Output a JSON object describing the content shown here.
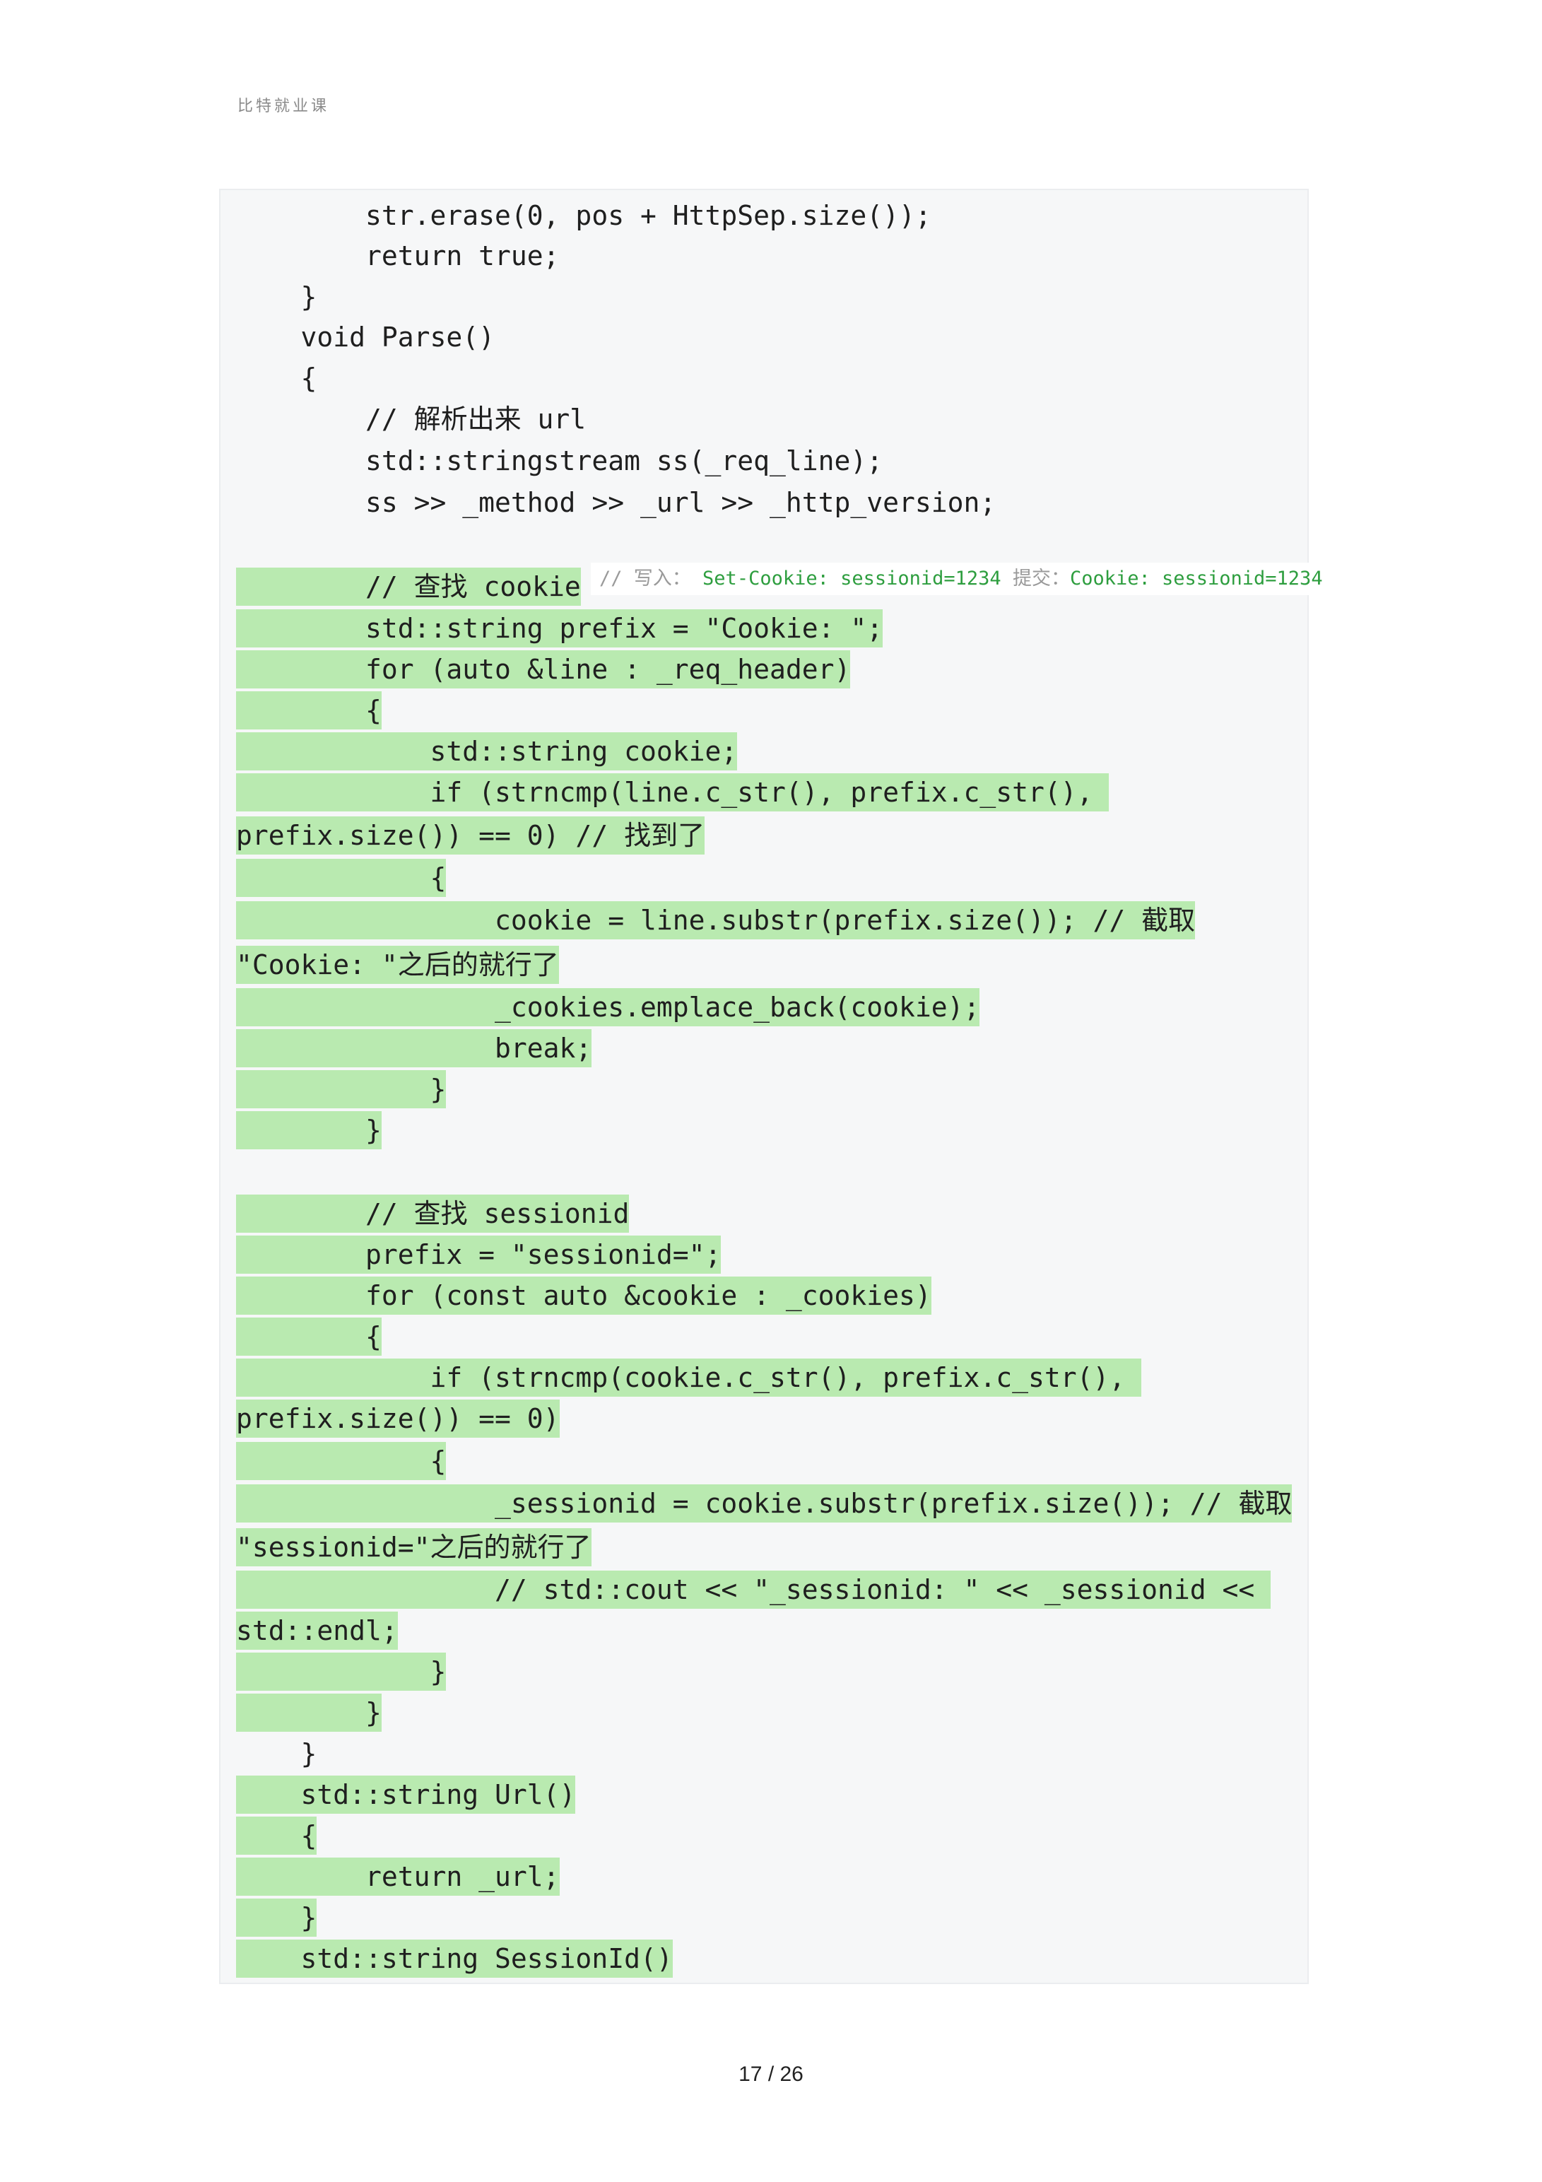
{
  "header": {
    "title": "比特就业课"
  },
  "code_lines": [
    {
      "text": "        str.erase(0, pos + HttpSep.size());",
      "hl": false
    },
    {
      "text": "        return true;",
      "hl": false
    },
    {
      "text": "    }",
      "hl": false
    },
    {
      "text": "    void Parse()",
      "hl": false
    },
    {
      "text": "    {",
      "hl": false
    },
    {
      "text": "        // 解析出来 url",
      "hl": false
    },
    {
      "text": "        std::stringstream ss(_req_line);",
      "hl": false
    },
    {
      "text": "        ss >> _method >> _url >> _http_version;",
      "hl": false
    },
    {
      "text": "        // 查找 cookie",
      "hl": true
    },
    {
      "text": "        std::string prefix = \"Cookie: \";",
      "hl": true
    },
    {
      "text": "        for (auto &line : _req_header)",
      "hl": true
    },
    {
      "text": "        {",
      "hl": true
    },
    {
      "text": "            std::string cookie;",
      "hl": true
    },
    {
      "text": "            if (strncmp(line.c_str(), prefix.c_str(), ",
      "hl": true
    },
    {
      "text": "prefix.size()) == 0) // 找到了",
      "hl": true
    },
    {
      "text": "            {",
      "hl": true
    },
    {
      "text": "                cookie = line.substr(prefix.size()); // 截取",
      "hl": true
    },
    {
      "text": "\"Cookie: \"之后的就行了",
      "hl": true
    },
    {
      "text": "                _cookies.emplace_back(cookie);",
      "hl": true
    },
    {
      "text": "                break;",
      "hl": true
    },
    {
      "text": "            }",
      "hl": true
    },
    {
      "text": "        }",
      "hl": true
    },
    {
      "text": "        // 查找 sessionid",
      "hl": true
    },
    {
      "text": "        prefix = \"sessionid=\";",
      "hl": true
    },
    {
      "text": "        for (const auto &cookie : _cookies)",
      "hl": true
    },
    {
      "text": "        {",
      "hl": true
    },
    {
      "text": "            if (strncmp(cookie.c_str(), prefix.c_str(), ",
      "hl": true
    },
    {
      "text": "prefix.size()) == 0)",
      "hl": true
    },
    {
      "text": "            {",
      "hl": true
    },
    {
      "text": "                _sessionid = cookie.substr(prefix.size()); // 截取",
      "hl": true
    },
    {
      "text": "\"sessionid=\"之后的就行了",
      "hl": true
    },
    {
      "text": "                // std::cout << \"_sessionid: \" << _sessionid << ",
      "hl": true
    },
    {
      "text": "std::endl;",
      "hl": true
    },
    {
      "text": "            }",
      "hl": true
    },
    {
      "text": "        }",
      "hl": true
    },
    {
      "text": "    }",
      "hl": false
    },
    {
      "text": "    std::string Url()",
      "hl": true
    },
    {
      "text": "    {",
      "hl": true
    },
    {
      "text": "        return _url;",
      "hl": true
    },
    {
      "text": "    }",
      "hl": true
    },
    {
      "text": "    std::string SessionId()",
      "hl": true
    }
  ],
  "annotation": {
    "prefix": "// 写入：",
    "set_cookie": "Set-Cookie: sessionid=1234",
    "submit_label": "提交：",
    "cookie": "Cookie: sessionid=1234"
  },
  "footer": {
    "page": "17 / 26"
  }
}
